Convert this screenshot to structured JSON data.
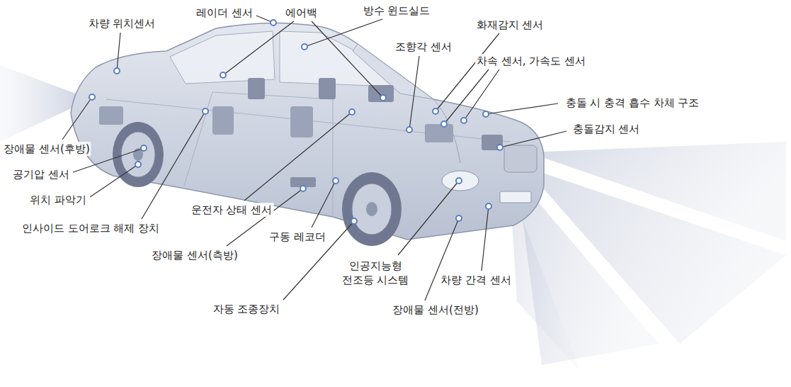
{
  "diagram": {
    "labels": [
      "차량 위치센서",
      "레이더 센서",
      "에어백",
      "방수 윈드실드",
      "화재감지 센서",
      "조향각 센서",
      "차속 센서, 가속도 센서",
      "충돌 시 충격 흡수 차체 구조",
      "충돌감지 센서",
      "장애물 센서(후방)",
      "공기압 센서",
      "위치 파악기",
      "인사이드 도어로크 해제 장치",
      "운전자 상태 센서",
      "구동 레코더",
      "장애물 센서(측방)",
      "인공지능형 전조등 시스템",
      "차량 간격 센서",
      "자동 조종장치",
      "장애물 센서(전방)"
    ]
  }
}
